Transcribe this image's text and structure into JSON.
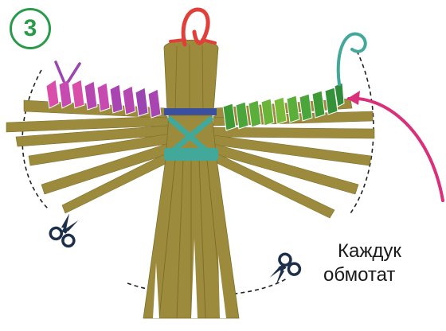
{
  "step": {
    "number": "3"
  },
  "caption": {
    "line1": "Каждук",
    "line2": "обмотат"
  },
  "colors": {
    "straw": "#9c8b3c",
    "straw_dark": "#7e6f2a",
    "pink": "#d94ea8",
    "purple": "#9a45b0",
    "green": "#3e9a34",
    "lightgreen": "#93c43a",
    "teal": "#42a89a",
    "red": "#e0403a",
    "blue": "#3a4f9e",
    "arrow": "#d8307a",
    "badge": "#2a9a4a"
  },
  "icons": [
    "scissors-icon",
    "scissors-icon",
    "arrow-icon"
  ]
}
